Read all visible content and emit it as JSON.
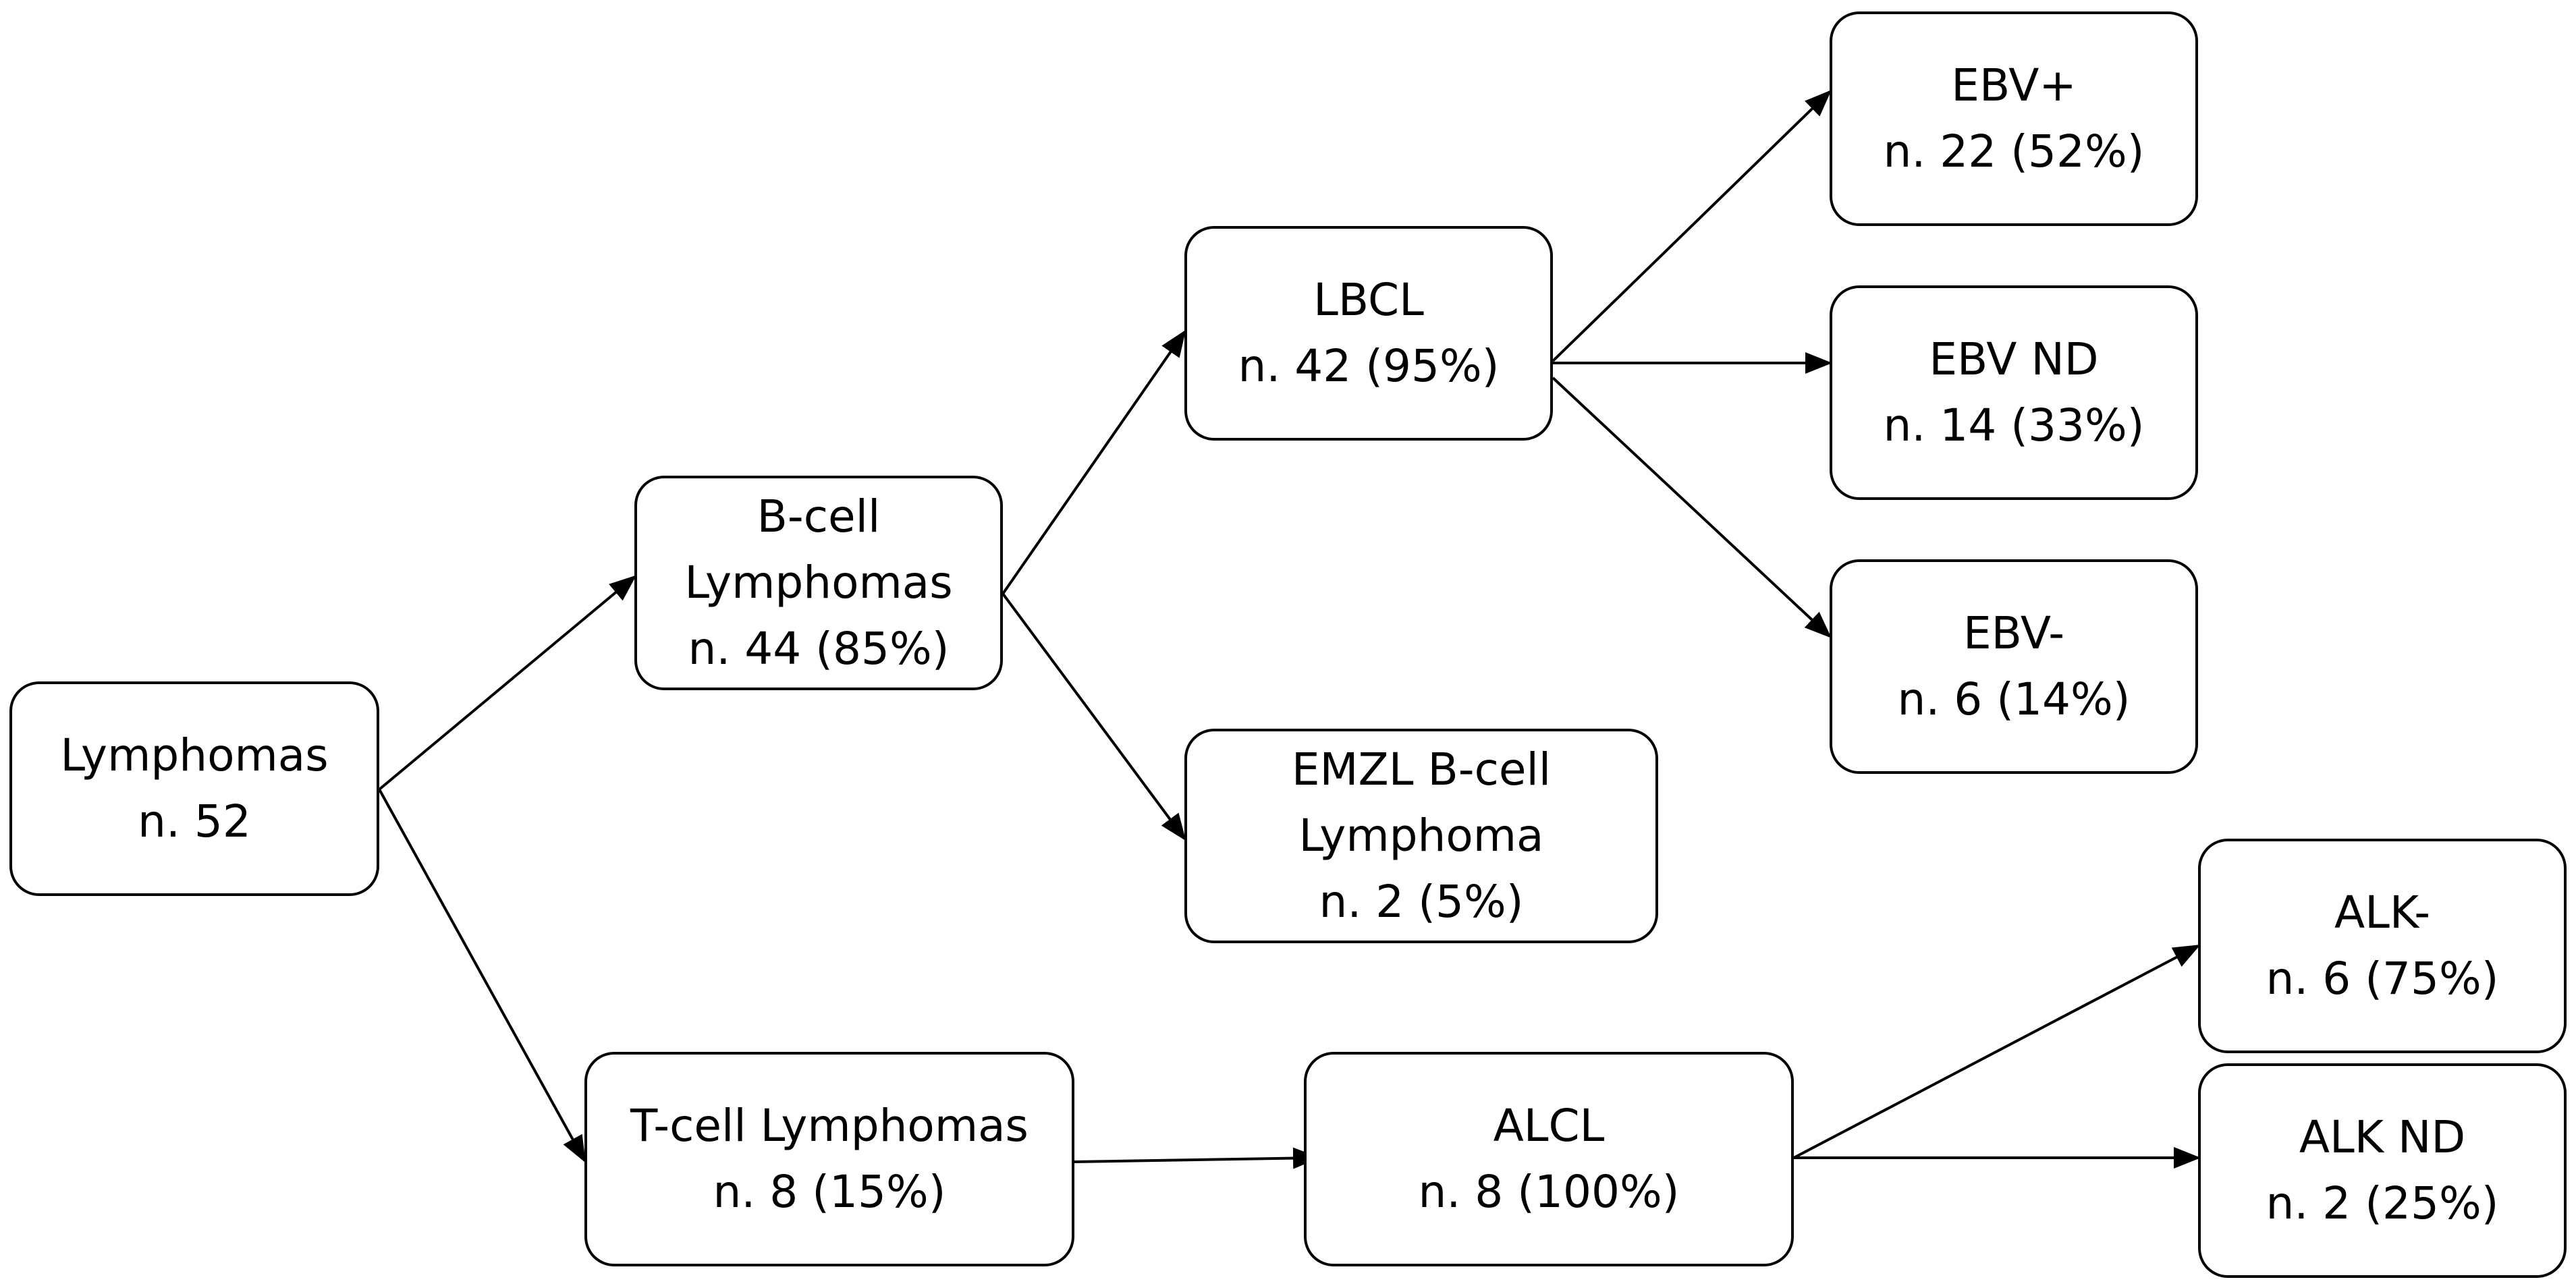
{
  "nodes": {
    "lymphomas": {
      "line1": "Lymphomas",
      "line2": "n. 52"
    },
    "bcell": {
      "line1": "B-cell",
      "line2": "Lymphomas",
      "line3": "n. 44 (85%)"
    },
    "tcell": {
      "line1": "T-cell Lymphomas",
      "line2": "n. 8 (15%)"
    },
    "lbcl": {
      "line1": "LBCL",
      "line2": "n. 42 (95%)"
    },
    "emzl": {
      "line1": "EMZL B-cell",
      "line2": "Lymphoma",
      "line3": "n. 2 (5%)"
    },
    "alcl": {
      "line1": "ALCL",
      "line2": "n. 8 (100%)"
    },
    "ebv_pos": {
      "line1": "EBV+",
      "line2": "n. 22 (52%)"
    },
    "ebv_nd": {
      "line1": "EBV ND",
      "line2": "n. 14 (33%)"
    },
    "ebv_neg": {
      "line1": "EBV-",
      "line2": "n. 6 (14%)"
    },
    "alk_neg": {
      "line1": "ALK-",
      "line2": "n. 6 (75%)"
    },
    "alk_nd": {
      "line1": "ALK ND",
      "line2": "n. 2 (25%)"
    }
  },
  "edges": [
    {
      "from": "lymphomas",
      "to": "bcell"
    },
    {
      "from": "lymphomas",
      "to": "tcell"
    },
    {
      "from": "bcell",
      "to": "lbcl"
    },
    {
      "from": "bcell",
      "to": "emzl"
    },
    {
      "from": "lbcl",
      "to": "ebv_pos"
    },
    {
      "from": "lbcl",
      "to": "ebv_nd"
    },
    {
      "from": "lbcl",
      "to": "ebv_neg"
    },
    {
      "from": "tcell",
      "to": "alcl"
    },
    {
      "from": "alcl",
      "to": "alk_neg"
    },
    {
      "from": "alcl",
      "to": "alk_nd"
    }
  ],
  "colors": {
    "stroke": "#000000",
    "node_fill": "#ffffff",
    "text": "#000000"
  }
}
